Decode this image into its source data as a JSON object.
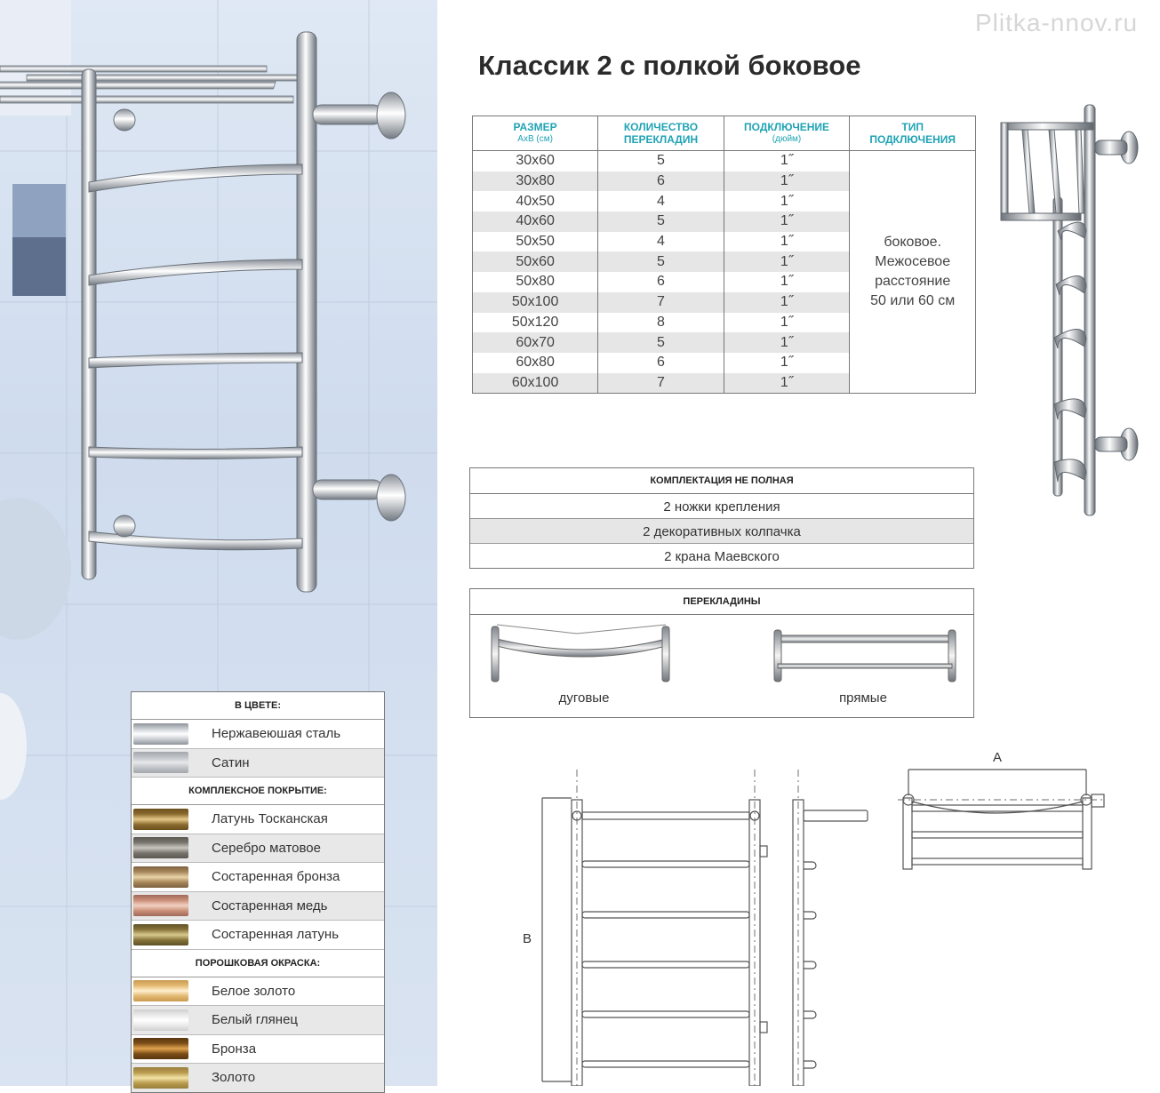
{
  "watermark": "Plitka-nnov.ru",
  "title": "Классик 2 с полкой боковое",
  "spec": {
    "headers": [
      {
        "line1": "РАЗМЕР",
        "line2": "АхВ (см)"
      },
      {
        "line1": "КОЛИЧЕСТВО",
        "line2": "ПЕРЕКЛАДИН"
      },
      {
        "line1": "ПОДКЛЮЧЕНИЕ",
        "line2": "(дюйм)"
      },
      {
        "line1": "ТИП",
        "line2": "ПОДКЛЮЧЕНИЯ"
      }
    ],
    "rows": [
      [
        "30х60",
        "5",
        "1˝"
      ],
      [
        "30х80",
        "6",
        "1˝"
      ],
      [
        "40х50",
        "4",
        "1˝"
      ],
      [
        "40х60",
        "5",
        "1˝"
      ],
      [
        "50х50",
        "4",
        "1˝"
      ],
      [
        "50х60",
        "5",
        "1˝"
      ],
      [
        "50х80",
        "6",
        "1˝"
      ],
      [
        "50х100",
        "7",
        "1˝"
      ],
      [
        "50х120",
        "8",
        "1˝"
      ],
      [
        "60х70",
        "5",
        "1˝"
      ],
      [
        "60х80",
        "6",
        "1˝"
      ],
      [
        "60х100",
        "7",
        "1˝"
      ]
    ],
    "type_lines": [
      "боковое.",
      "Межосевое",
      "расстояние",
      "50 или 60 см"
    ]
  },
  "kit": {
    "header": "КОМПЛЕКТАЦИЯ НЕ ПОЛНАЯ",
    "items": [
      "2 ножки крепления",
      "2 декоративных колпачка",
      "2 крана Маевского"
    ]
  },
  "bars": {
    "header": "ПЕРЕКЛАДИНЫ",
    "arc_label": "дуговые",
    "straight_label": "прямые"
  },
  "drawing": {
    "label_a": "А",
    "label_b": "В"
  },
  "colors": {
    "sections": [
      {
        "title": "В ЦВЕТЕ:",
        "items": [
          {
            "name": "Нержавеюшая сталь",
            "swatch": [
              "#c9cdd2",
              "#ffffff",
              "#8e949b"
            ]
          },
          {
            "name": "Сатин",
            "swatch": [
              "#bfc2c6",
              "#e6e8ea",
              "#a4a8ad"
            ]
          }
        ]
      },
      {
        "title": "КОМПЛЕКСНОЕ ПОКРЫТИЕ:",
        "items": [
          {
            "name": "Латунь Тосканская",
            "swatch": [
              "#8a6a2e",
              "#e6c98a",
              "#6b4f1d"
            ]
          },
          {
            "name": "Серебро матовое",
            "swatch": [
              "#77736c",
              "#c9c6bf",
              "#5b5852"
            ]
          },
          {
            "name": "Состаренная бронза",
            "swatch": [
              "#a6855a",
              "#e8d2a7",
              "#7d6240"
            ]
          },
          {
            "name": "Состаренная медь",
            "swatch": [
              "#c98f77",
              "#f2d1c2",
              "#a0695a"
            ]
          },
          {
            "name": "Состаренная латунь",
            "swatch": [
              "#857339",
              "#d8c98d",
              "#5e5126"
            ]
          }
        ]
      },
      {
        "title": "ПОРОШКОВАЯ ОКРАСКА:",
        "items": [
          {
            "name": "Белое золото",
            "swatch": [
              "#e3b870",
              "#fff0cf",
              "#c99a52"
            ]
          },
          {
            "name": "Белый глянец",
            "swatch": [
              "#e9e9e9",
              "#ffffff",
              "#cfcfcf"
            ]
          },
          {
            "name": "Бронза",
            "swatch": [
              "#7a4d16",
              "#e0a24e",
              "#5a3710"
            ]
          },
          {
            "name": "Золото",
            "swatch": [
              "#b89a4d",
              "#f3e3a6",
              "#98803d"
            ]
          }
        ]
      }
    ]
  }
}
